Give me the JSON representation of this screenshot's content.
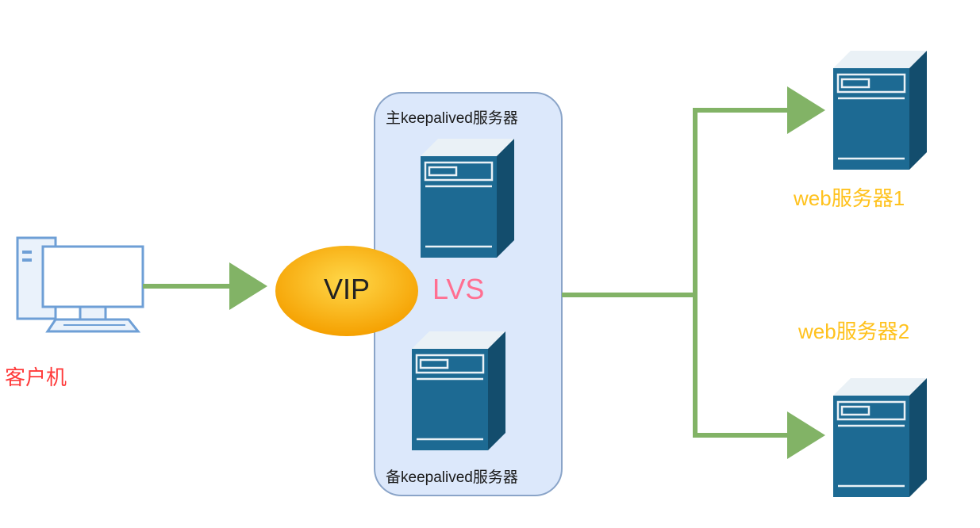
{
  "client": {
    "label": "客户机"
  },
  "vip": {
    "label": "VIP"
  },
  "lvs_cluster": {
    "name": "LVS",
    "primary_label": "主keepalived服务器",
    "backup_label": "备keepalived服务器"
  },
  "web_servers": [
    {
      "label": "web服务器1"
    },
    {
      "label": "web服务器2"
    }
  ],
  "colors": {
    "arrow": "#82b366",
    "server_front": "#1d6a93",
    "server_dark": "#134d6d",
    "cluster_fill": "#dce8fb",
    "cluster_border": "#8aa4c8",
    "vip_fill": "#ffc21e",
    "client_label": "#ff3b3b",
    "web_label": "#ffc21e",
    "lvs_label": "#ff6f91"
  },
  "icons": [
    "desktop-computer-icon",
    "server-tower-icon"
  ]
}
